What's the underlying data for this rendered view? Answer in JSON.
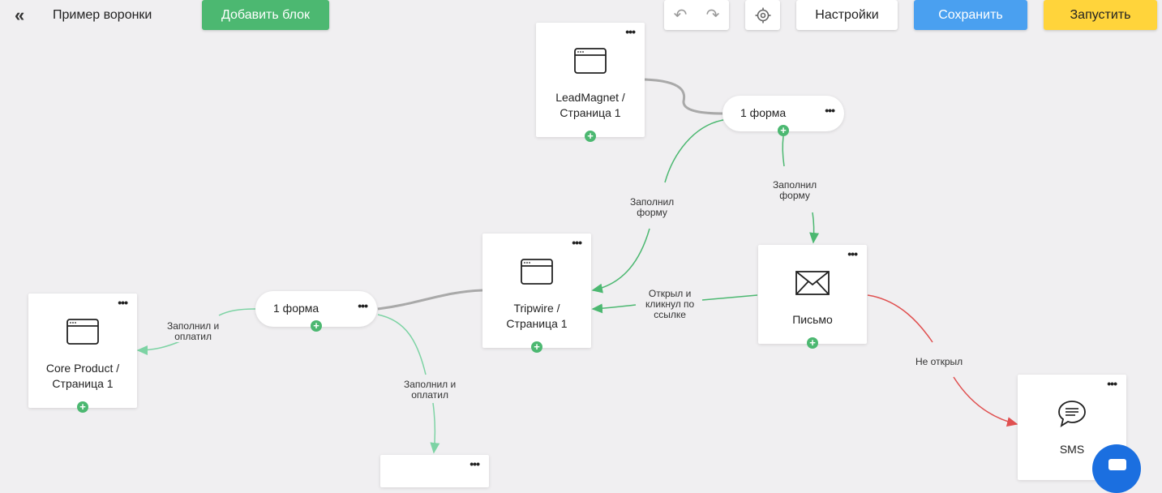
{
  "header": {
    "back_icon": "«",
    "title": "Пример воронки",
    "add_block_label": "Добавить блок",
    "undo_icon": "↶",
    "redo_icon": "↷",
    "settings_label": "Настройки",
    "save_label": "Сохранить",
    "run_label": "Запустить"
  },
  "nodes": {
    "leadmagnet": {
      "label_line1": "LeadMagnet /",
      "label_line2": "Страница 1"
    },
    "tripwire": {
      "label_line1": "Tripwire /",
      "label_line2": "Страница 1"
    },
    "core": {
      "label_line1": "Core Product /",
      "label_line2": "Страница 1"
    },
    "letter": {
      "label": "Письмо"
    },
    "sms": {
      "label": "SMS"
    }
  },
  "forms": {
    "form_top": {
      "label": "1 форма"
    },
    "form_left": {
      "label": "1 форма"
    }
  },
  "edges": {
    "filled_form_a_1": "Заполнил",
    "filled_form_a_2": "форму",
    "filled_form_b_1": "Заполнил",
    "filled_form_b_2": "форму",
    "opened_clicked_1": "Открыл и",
    "opened_clicked_2": "кликнул по",
    "opened_clicked_3": "ссылке",
    "not_opened": "Не открыл",
    "filled_paid_a_1": "Заполнил и",
    "filled_paid_a_2": "оплатил",
    "filled_paid_b_1": "Заполнил и",
    "filled_paid_b_2": "оплатил"
  },
  "common": {
    "dots": "•••",
    "plus": "+"
  },
  "colors": {
    "green": "#4cb871",
    "blue": "#4aa0f0",
    "yellow": "#ffd43b",
    "red": "#e05050",
    "gray": "#9a9a9a"
  }
}
